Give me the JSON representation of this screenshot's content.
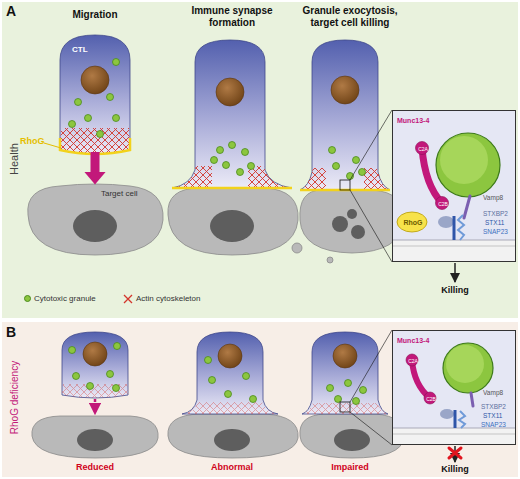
{
  "diagram": {
    "nodes": [
      {
        "text": [
          "A",
          "Health"
        ]
      },
      {
        "text": [
          "CTL"
        ],
        "in": 0
      },
      {
        "text": [
          "Target cell"
        ],
        "in": 0
      },
      {
        "text": [
          "Munc13-4",
          "C2A",
          "C2B",
          "Vamp8",
          "STXBP2",
          "STX11",
          "SNAP23"
        ],
        "in": 0
      },
      {
        "text": [
          "RhoG"
        ],
        "in": 3
      },
      {
        "text": [
          "B",
          "RhoG deficiency"
        ]
      },
      {
        "text": [
          "Munc13-4",
          "C2A",
          "C2B",
          "Vamp8",
          "STXBP2",
          "STX11",
          "SNAP23"
        ],
        "in": 5
      }
    ],
    "edges": [
      {
        "from": 1,
        "to": 2,
        "arrow": "to"
      }
    ],
    "labels": [
      "Migration",
      "Immune synapse formation",
      "Granule exocytosis, target cell killing",
      "RhoG",
      "Killing",
      "Reduced",
      "Abnormal",
      "Impaired",
      "Killing"
    ],
    "legend": [
      {
        "text": "Cytotoxic granule",
        "color": "#8cc63f"
      },
      {
        "text": "Actin cytoskeleton"
      }
    ]
  }
}
